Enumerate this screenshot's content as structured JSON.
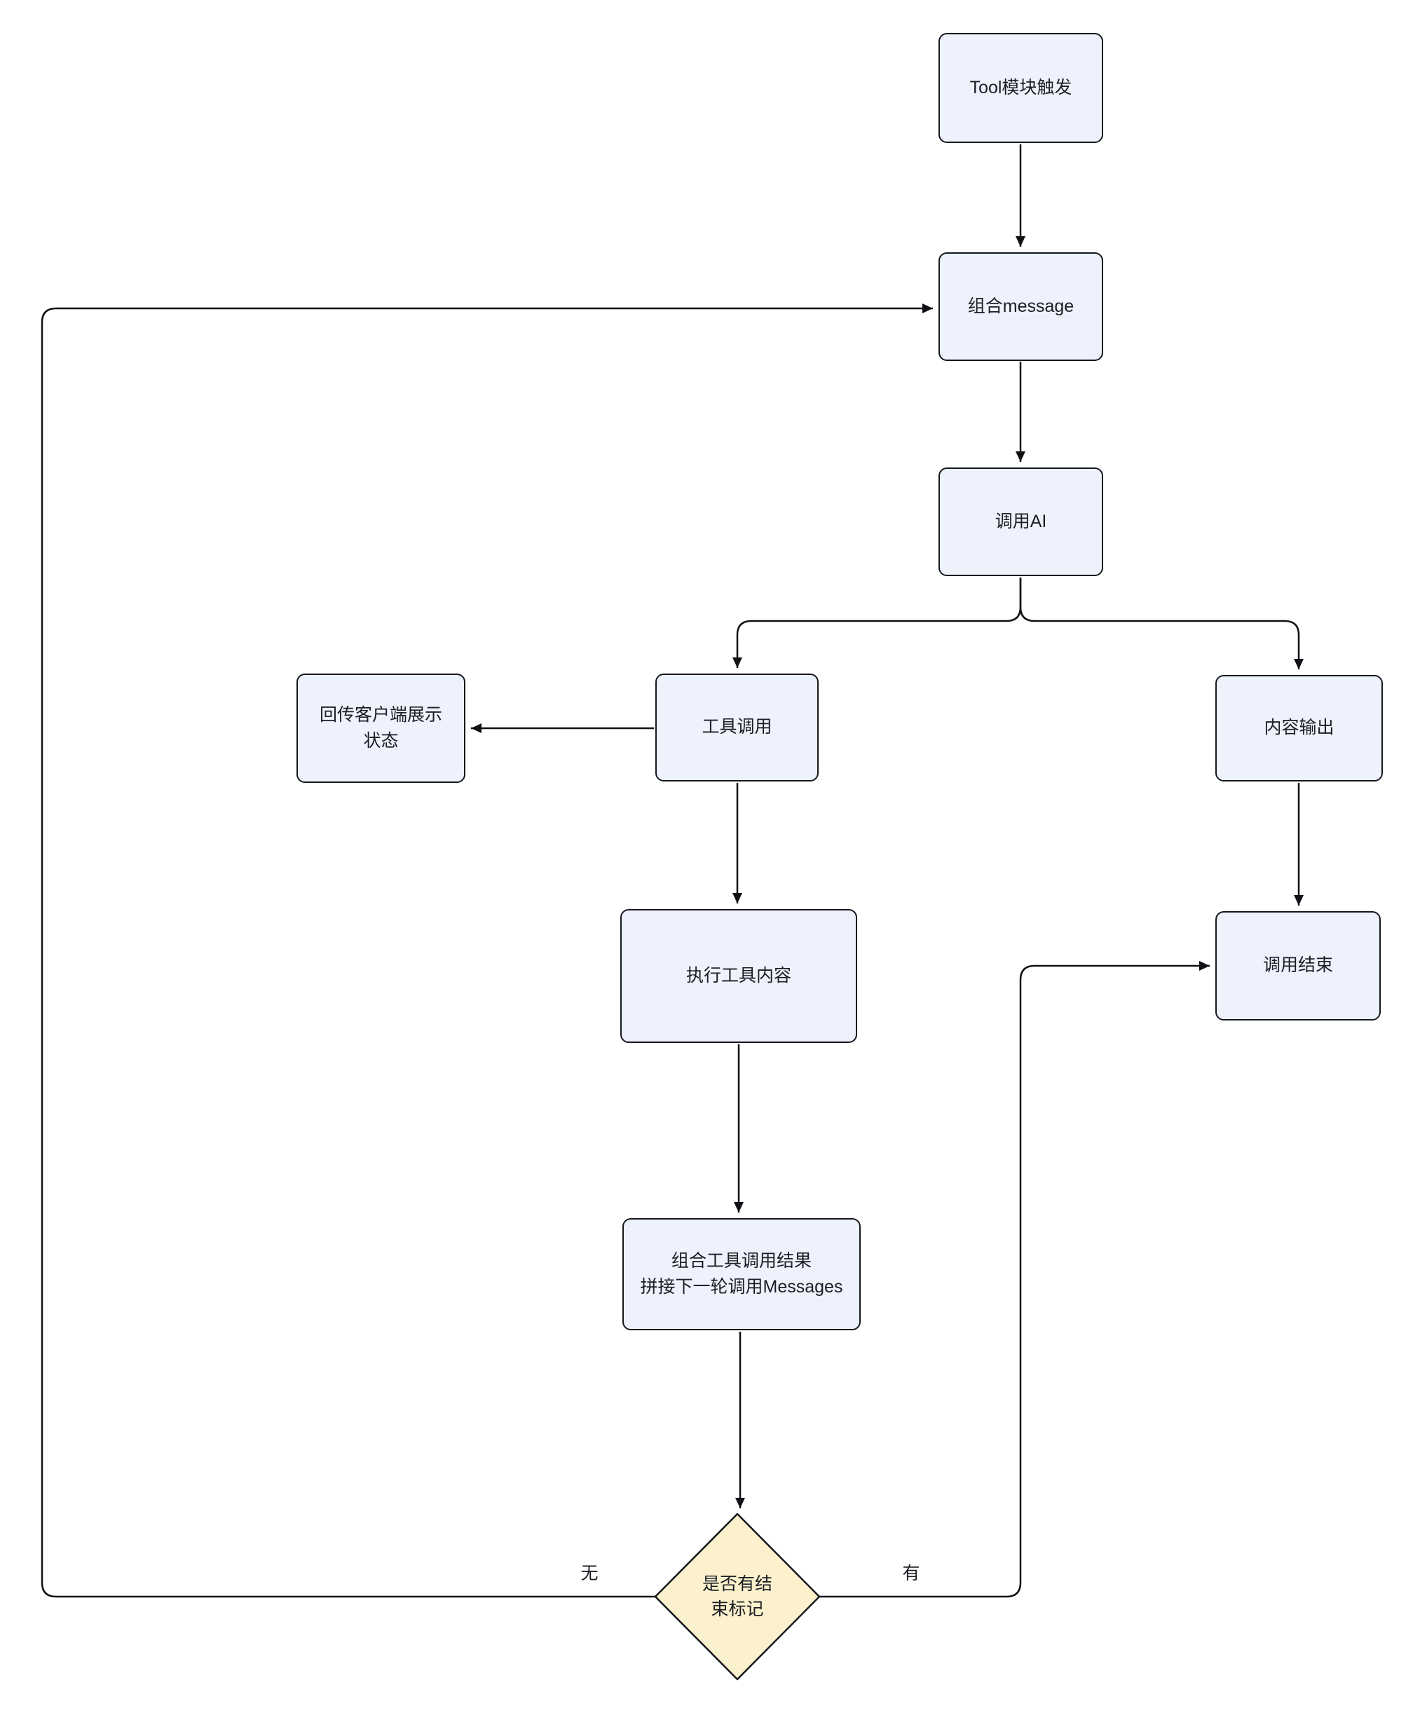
{
  "diagram": {
    "title": "Tool call loop flowchart",
    "nodes": {
      "tool_trigger": {
        "label": "Tool模块触发"
      },
      "compose_message": {
        "label": "组合message"
      },
      "call_ai": {
        "label": "调用AI"
      },
      "tool_call": {
        "label": "工具调用"
      },
      "content_output": {
        "label": "内容输出"
      },
      "client_status": {
        "label": "回传客户端展示\n状态"
      },
      "execute_tool": {
        "label": "执行工具内容"
      },
      "compose_result": {
        "label": "组合工具调用结果\n拼接下一轮调用Messages"
      },
      "end_decision": {
        "label": "是否有结\n束标记"
      },
      "call_end": {
        "label": "调用结束"
      }
    },
    "edge_labels": {
      "no": "无",
      "yes": "有"
    },
    "colors": {
      "node_fill": "#edf2fc",
      "node_border": "#15171c",
      "decision_fill": "#fcf1cd",
      "line": "#101114",
      "text": "#1b1e24",
      "background": "#ffffff"
    }
  }
}
